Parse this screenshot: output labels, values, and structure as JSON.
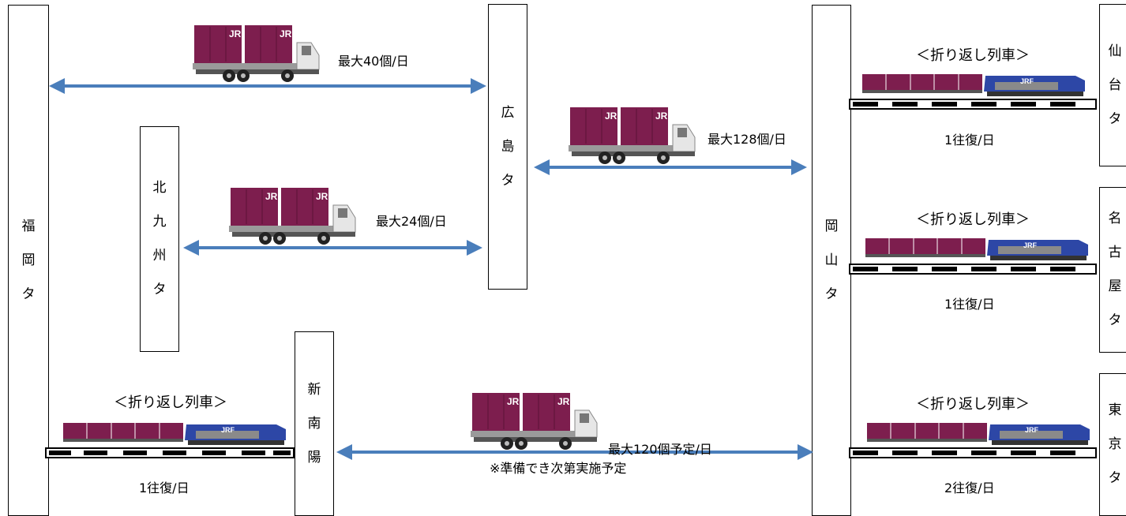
{
  "stations": {
    "fukuoka": [
      "福",
      "岡",
      "タ"
    ],
    "kitakyushu": [
      "北",
      "九",
      "州",
      "タ"
    ],
    "shinnanyo": [
      "新",
      "南",
      "陽"
    ],
    "hiroshima": [
      "広",
      "島",
      "タ"
    ],
    "okayama": [
      "岡",
      "山",
      "タ"
    ],
    "sendai": [
      "仙",
      "台",
      "タ"
    ],
    "nagoya": [
      "名",
      "古",
      "屋",
      "タ"
    ],
    "tokyo": [
      "東",
      "京",
      "タ"
    ]
  },
  "truck_routes": {
    "fukuoka_hiroshima": "最大40個/日",
    "hiroshima_okayama": "最大128個/日",
    "kitakyushu_hiroshima": "最大24個/日",
    "shinnanyo_okayama": "最大120個予定/日",
    "shinnanyo_okayama_note": "※準備でき次第実施予定"
  },
  "trains": {
    "shuttle_label": "＜折り返し列車＞",
    "fukuoka_freq": "1往復/日",
    "sendai_freq": "1往復/日",
    "nagoya_freq": "1往復/日",
    "tokyo_freq": "2往復/日"
  },
  "container_mark": "JR",
  "locomotive_mark": "JRF",
  "colors": {
    "arrow": "#4a7ebb",
    "container": "#7d1e4e",
    "locomotive": "#2d47a6",
    "track": "#000000"
  }
}
